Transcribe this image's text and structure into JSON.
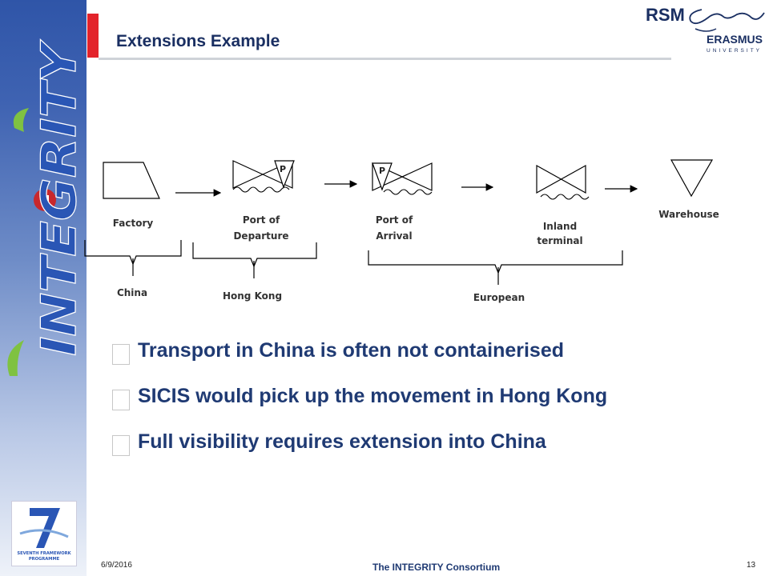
{
  "slide": {
    "title": "Extensions Example",
    "bullets": [
      "Transport in China is often not containerised",
      "SICIS would pick up the movement in Hong Kong",
      "Full visibility requires extension into China"
    ]
  },
  "brand": {
    "vertical_logo_text": "INTEGRITY",
    "rsm_logo": {
      "main": "RSM",
      "sub": "ERASMUS",
      "tag": "UNIVERSITY"
    },
    "fp7_logo": {
      "number": "7",
      "line1": "SEVENTH FRAMEWORK",
      "line2": "PROGRAMME"
    }
  },
  "diagram": {
    "nodes": [
      {
        "id": "factory",
        "label_lines": [
          "Factory"
        ]
      },
      {
        "id": "port_departure",
        "label_lines": [
          "Port of",
          "Departure"
        ],
        "marker": "P"
      },
      {
        "id": "port_arrival",
        "label_lines": [
          "Port of",
          "Arrival"
        ],
        "marker": "P"
      },
      {
        "id": "inland_terminal",
        "label_lines": [
          "Inland",
          "terminal"
        ]
      },
      {
        "id": "warehouse",
        "label_lines": [
          "Warehouse"
        ]
      }
    ],
    "regions": [
      "China",
      "Hong Kong",
      "European"
    ]
  },
  "footer": {
    "date": "6/9/2016",
    "center": "The INTEGRITY Consortium",
    "page": "13"
  },
  "colors": {
    "title": "#1a2f62",
    "accent": "#e3232b",
    "bullet_text": "#1f3a73",
    "logo_green": "#7fc241",
    "logo_blue": "#2a56b5",
    "logo_red": "#c8282d"
  }
}
